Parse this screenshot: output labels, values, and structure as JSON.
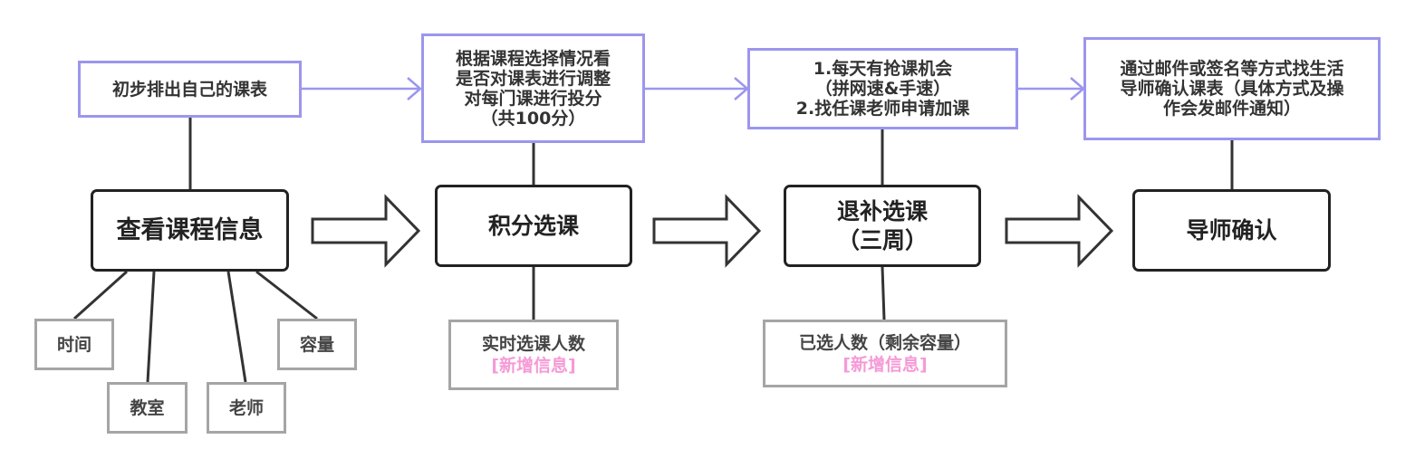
{
  "stages": [
    {
      "lines": [
        "查看课程信息"
      ]
    },
    {
      "lines": [
        "积分选课"
      ]
    },
    {
      "lines": [
        "退补选课",
        "（三周）"
      ]
    },
    {
      "lines": [
        "导师确认"
      ]
    }
  ],
  "notes": [
    {
      "lines": [
        "初步排出自己的课表"
      ]
    },
    {
      "lines": [
        "根据课程选择情况看",
        "是否对课表进行调整",
        "对每门课进行投分",
        "（共100分）"
      ]
    },
    {
      "lines": [
        "1.每天有抢课机会",
        "（拼网速&手速）",
        "2.找任课老师申请加课"
      ]
    },
    {
      "lines": [
        "通过邮件或签名等方式找生活",
        "导师确认课表（具体方式及操",
        "作会发邮件通知）"
      ]
    }
  ],
  "info_tags": {
    "time": "时间",
    "classroom": "教室",
    "teacher": "老师",
    "capacity": "容量"
  },
  "realtime": {
    "label": "实时选课人数",
    "tag": "[新增信息]"
  },
  "selected": {
    "label": "已选人数（剩余容量）",
    "tag": "[新增信息]"
  },
  "colors": {
    "stage_border": "#222222",
    "note_border": "#9b96ee",
    "info_border": "#a5a5a5",
    "new_info": "#f59ad6"
  }
}
